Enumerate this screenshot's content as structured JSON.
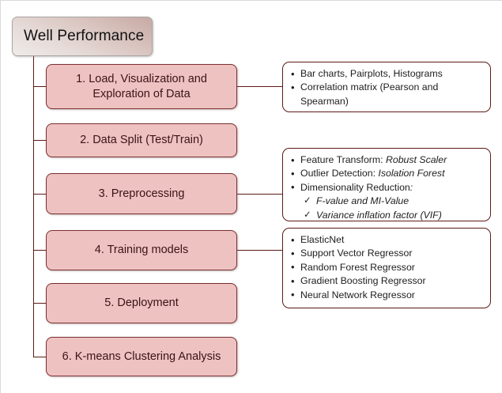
{
  "diagram": {
    "root": {
      "label": "Well Performance"
    },
    "stages": [
      {
        "id": "stage-1",
        "label": "1. Load, Visualization and Exploration of Data"
      },
      {
        "id": "stage-2",
        "label": "2. Data Split (Test/Train)"
      },
      {
        "id": "stage-3",
        "label": "3. Preprocessing"
      },
      {
        "id": "stage-4",
        "label": "4. Training models"
      },
      {
        "id": "stage-5",
        "label": "5. Deployment"
      },
      {
        "id": "stage-6",
        "label": "6. K-means Clustering Analysis"
      }
    ],
    "details": {
      "box1": {
        "items": [
          {
            "text": "Bar charts, Pairplots, Histograms"
          },
          {
            "text": "Correlation matrix (Pearson and Spearman)"
          }
        ]
      },
      "box2": {
        "items": [
          {
            "lead": "Feature Transform: ",
            "em": "Robust Scaler"
          },
          {
            "lead": "Outlier Detection: ",
            "em": "Isolation Forest"
          },
          {
            "lead": "Dimensionality Reduction",
            "em": ":"
          }
        ],
        "checks": [
          {
            "text": "F-value and MI-Value"
          },
          {
            "text": "Variance inflation factor (VIF)"
          }
        ]
      },
      "box3": {
        "items": [
          {
            "text": "ElasticNet"
          },
          {
            "text": "Support Vector Regressor"
          },
          {
            "text": "Random Forest Regressor"
          },
          {
            "text": "Gradient Boosting Regressor"
          },
          {
            "text": "Neural Network Regressor"
          }
        ]
      }
    },
    "colors": {
      "stage_fill": "#efc2c2",
      "stage_border": "#7b3030",
      "detail_border": "#5c1a16",
      "connector": "#5c1a16",
      "text": "#3a1414"
    }
  }
}
